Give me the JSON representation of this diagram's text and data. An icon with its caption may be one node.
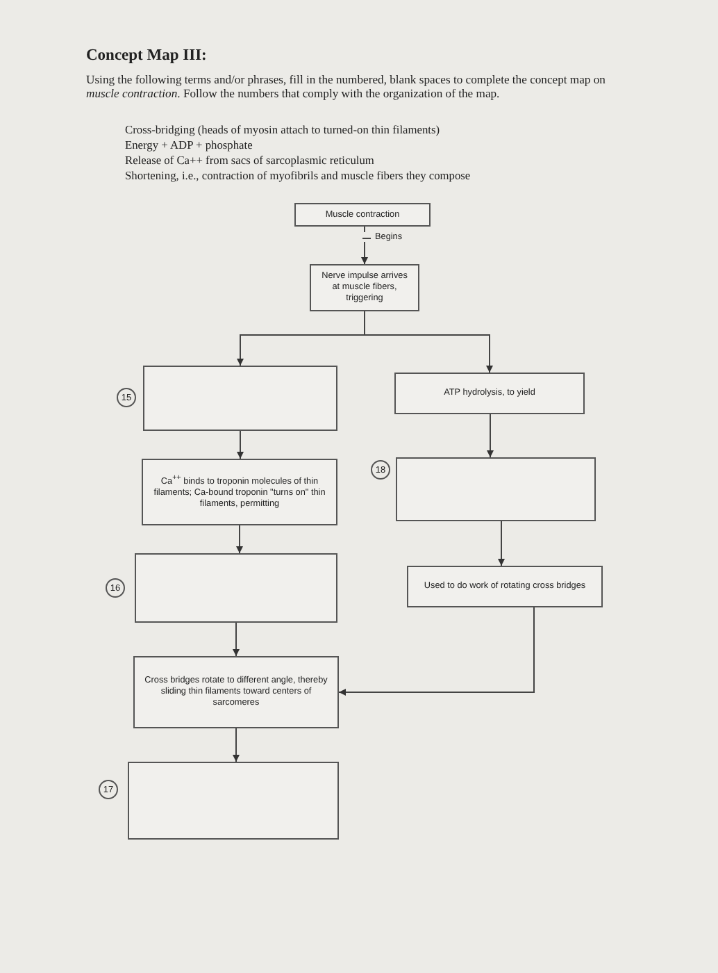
{
  "diagram": {
    "title": "Concept Map III:",
    "nodes": [
      {
        "text": [
          "Muscle contraction"
        ]
      },
      {
        "text": [
          "Nerve impulse arrives at muscle fibers, triggering"
        ]
      },
      {
        "text": [],
        "shape": "box"
      },
      {
        "text": [
          "ATP hydrolysis, to yield"
        ]
      },
      {
        "text": [
          "Ca$^{++}$ binds to troponin molecules of thin filaments; Ca-bound troponin \"turns on\" thin filaments, permitting"
        ]
      },
      {
        "text": [],
        "shape": "box"
      },
      {
        "text": [],
        "shape": "box"
      },
      {
        "text": [
          "Used to do work of rotating cross bridges"
        ]
      },
      {
        "text": [
          "Cross bridges rotate to different angle, thereby sliding thin filaments toward centers of sarcomeres"
        ]
      },
      {
        "text": [],
        "shape": "box"
      }
    ],
    "edges": [
      {
        "from": 0,
        "to": 1,
        "arrow": "to",
        "label": "Begins"
      },
      {
        "from": 1,
        "to": 2,
        "arrow": "to"
      },
      {
        "from": 1,
        "to": 3,
        "arrow": "to"
      },
      {
        "from": 2,
        "to": 4,
        "arrow": "to"
      },
      {
        "from": 4,
        "to": 6,
        "arrow": "to"
      },
      {
        "from": 6,
        "to": 8,
        "arrow": "to"
      },
      {
        "from": 8,
        "to": 9,
        "arrow": "to"
      },
      {
        "from": 3,
        "to": 5,
        "arrow": "to"
      },
      {
        "from": 5,
        "to": 7,
        "arrow": "to"
      },
      {
        "from": 7,
        "to": 8,
        "arrow": "to"
      }
    ],
    "labels": [
      "Using the following terms and/or phrases, fill in the numbered, blank spaces to complete the concept map on *muscle contraction*. Follow the numbers that comply with the organization of the map.",
      "Cross-bridging (heads of myosin attach to turned-on thin filaments)",
      "Energy + ADP + phosphate",
      "Release of Ca++ from sacs of sarcoplasmic reticulum",
      "Shortening, i.e., contraction of myofibrils and muscle fibers they compose",
      "15",
      "18",
      "16",
      "17"
    ]
  }
}
